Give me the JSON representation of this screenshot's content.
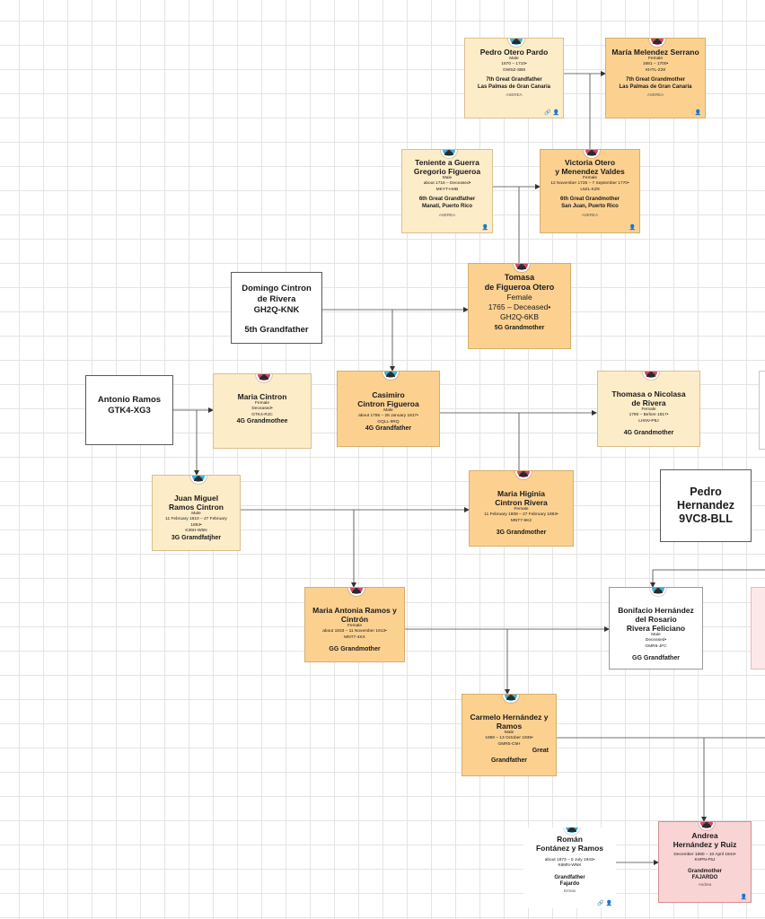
{
  "people": {
    "pedro_otero": {
      "name": "Pedro Otero Pardo",
      "meta": "Male\n1670 – 1710•\nGWSZ-SB8",
      "relation": "7th Great Grandfather\nLas Palmas de Gran Canaria",
      "note": "ASEREA",
      "icons": "🔗 👤"
    },
    "maria_melendez": {
      "name": "María Melendez Serrano",
      "meta": "Female\n1681 – 1700•\nKHTL-Z28",
      "relation": "7th Great Grandmother\nLas Palmas de Gran Canaria",
      "note": "ASEREA",
      "icons": "👤"
    },
    "teniente": {
      "name": "Teniente a Guerra\nGregorio Figueroa",
      "meta": "Male\nabout 1716 – Deceased•\nMKYT-HHB",
      "relation": "6th Great Grandfather\nManatí, Puerto Rico",
      "note": "ASEREA",
      "icons": "👤"
    },
    "victoria": {
      "name": "Victoria Otero\ny Menendez Valdes",
      "meta": "Female\n12 November 1726 – 7 September 1770•\nL5ZL-KZ9",
      "relation": "6th Great Grandmother\nSan Juan, Puerto Rico",
      "note": "ASEREA",
      "icons": "👤"
    },
    "domingo": {
      "name": "Domingo Cintron\nde Rivera\nGH2Q-KNK",
      "relation": "5th Grandfather"
    },
    "tomasa": {
      "name": "Tomasa\nde Figueroa Otero",
      "meta": "Female\n1765 – Deceased•\nGH2Q-6KB",
      "relation": "5G Grandmother"
    },
    "antonio": {
      "name": "Antonio Ramos\nGTK4-XG3"
    },
    "maria_cintron": {
      "name": "Maria Cintron",
      "meta": "Female\nDeceased•\nGTK4-RJC",
      "relation": "4G Grandmothee"
    },
    "casimiro": {
      "name": "Casimiro\nCintron Figueroa",
      "meta": "Male\nabout 1795 – 28 January 1817•\nGQLL-9RQ",
      "relation": "4G Grandfather"
    },
    "thomasa": {
      "name": "Thomasa o Nicolasa\nde Rivera",
      "meta": "Female\n1790 – Before 1817•\nLHNV-P9J",
      "relation": "4G Grandmother"
    },
    "juan_miguel": {
      "name": "Juan Miguel\nRamos Cintron",
      "meta": "Male\n11 February 1810 – 27 February\n1893•\nK36H-W5N",
      "relation": "3G Gramdfatjher"
    },
    "maria_higinia": {
      "name": "Maria Higinia\nCintron Rivera",
      "meta": "Female\n11 February 1808 – 27 February 1893•\nMNT7-6K2",
      "relation": "3G Grandmother"
    },
    "pedro_hernandez": {
      "name": "Pedro\nHernandez\n9VC8-BLL"
    },
    "maria_antonia": {
      "name": "Maria Antonia Ramos y\nCintrón",
      "meta": "Female\nabout 1833 – 11 November 1913•\nMNT7-4KX",
      "relation": "GG Grandmother"
    },
    "bonifacio": {
      "name": "Bonifacio Hernández\ndel Rosario\nRivera Feliciano",
      "meta": "Male\nDeceased•\nGMR5-JFC",
      "relation": "GG Grandfather"
    },
    "carmelo": {
      "name": "Carmelo Hernández y\nRamos",
      "meta": "Male\n1859 – 13 October 1935•\nGMR5-C5H",
      "relation_a": "Great",
      "relation_b": "Grandfather"
    },
    "roman": {
      "name": "Román\nFontánez y Ramos",
      "meta": "about 1873 – 5 July 1943•\nK6MN-WNK",
      "relation": "Grandfather\nFajardo",
      "note": "Ermas",
      "icons": "🔗 👤"
    },
    "andrea": {
      "name": "Andrea\nHernández y Ruiz",
      "meta": "December 1880 – 10 April 1944•\nKHPN-F5J",
      "relation": "Grandmother\nFAJARDO",
      "note": "Andrea",
      "icons": "👤"
    }
  }
}
